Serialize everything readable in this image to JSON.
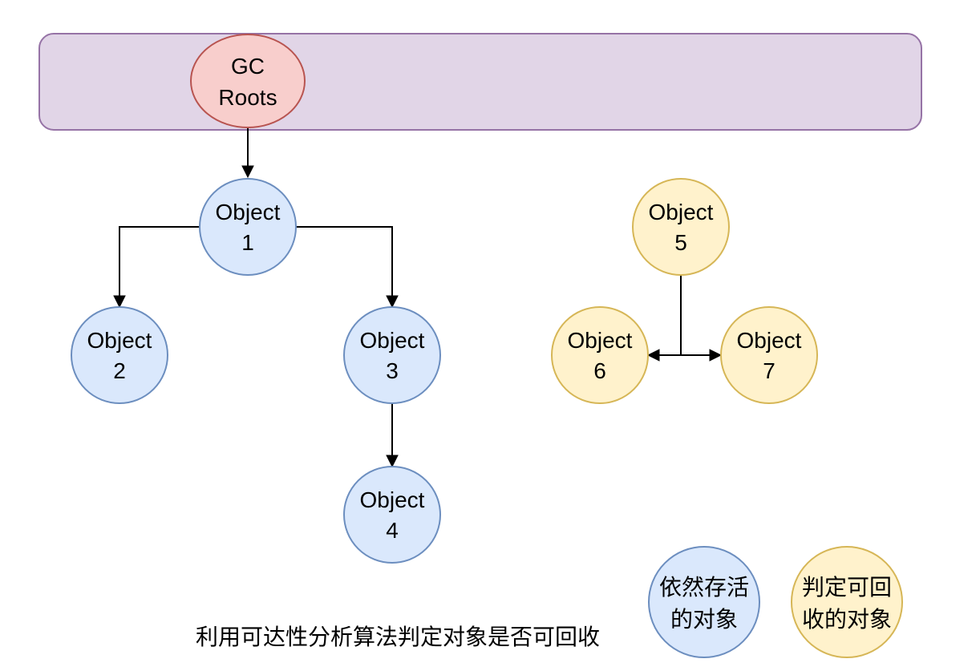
{
  "colors": {
    "root_band_fill": "#e1d5e7",
    "root_band_stroke": "#9673a6",
    "root_fill": "#f8cecc",
    "root_stroke": "#b85450",
    "alive_fill": "#dae8fc",
    "alive_stroke": "#6c8ebf",
    "collectable_fill": "#fff2cc",
    "collectable_stroke": "#d6b656",
    "edge": "#000000"
  },
  "gc_roots": {
    "line1": "GC",
    "line2": "Roots"
  },
  "objects": {
    "o1": {
      "line1": "Object",
      "line2": "1"
    },
    "o2": {
      "line1": "Object",
      "line2": "2"
    },
    "o3": {
      "line1": "Object",
      "line2": "3"
    },
    "o4": {
      "line1": "Object",
      "line2": "4"
    },
    "o5": {
      "line1": "Object",
      "line2": "5"
    },
    "o6": {
      "line1": "Object",
      "line2": "6"
    },
    "o7": {
      "line1": "Object",
      "line2": "7"
    }
  },
  "legend": {
    "alive": {
      "line1": "依然存活",
      "line2": "的对象"
    },
    "collectable": {
      "line1": "判定可回",
      "line2": "收的对象"
    }
  },
  "caption": "利用可达性分析算法判定对象是否可回收"
}
